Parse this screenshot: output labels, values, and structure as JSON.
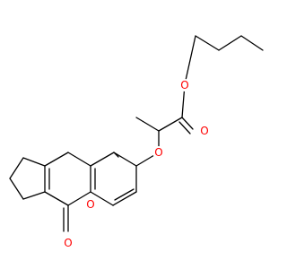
{
  "molecule": {
    "colors": {
      "bond": "#000000",
      "oxygen": "#ff0000"
    },
    "atoms": {
      "ester_carbonyl_o": "O",
      "ester_o": "O",
      "ether_o": "O",
      "ring_o": "O",
      "lactone_carbonyl_o": "O"
    }
  }
}
